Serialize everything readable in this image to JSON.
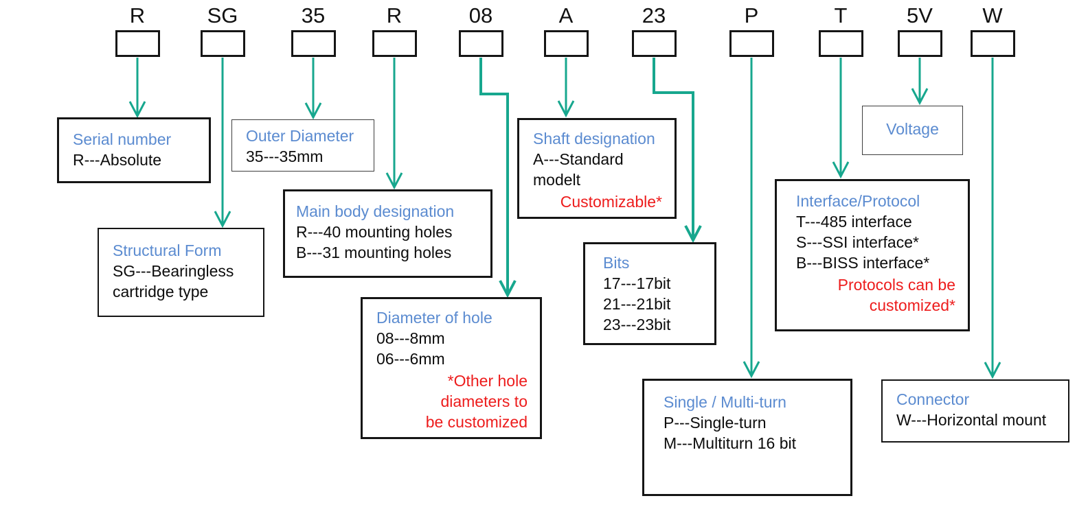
{
  "palette": {
    "accent_blue": "#5b8bd0",
    "note_red": "#ed1c1c",
    "arrow_teal": "#17a78e",
    "box_border": "#151515"
  },
  "codes": [
    {
      "label": "R"
    },
    {
      "label": "SG"
    },
    {
      "label": "35"
    },
    {
      "label": "R"
    },
    {
      "label": "08"
    },
    {
      "label": "A"
    },
    {
      "label": "23"
    },
    {
      "label": "P"
    },
    {
      "label": "T"
    },
    {
      "label": "5V"
    },
    {
      "label": "W"
    }
  ],
  "boxes": {
    "serial": {
      "title": "Serial number",
      "body": "R---Absolute"
    },
    "outer": {
      "title": "Outer Diameter",
      "body": "35---35mm"
    },
    "structural": {
      "title": "Structural Form",
      "body": "SG---Bearingless\ncartridge type"
    },
    "main_body": {
      "title": "Main body designation",
      "body": "R---40 mounting holes\nB---31 mounting holes"
    },
    "hole": {
      "title": "Diameter of hole",
      "body": "08---8mm\n06---6mm",
      "note": "*Other hole\ndiameters to\nbe customized"
    },
    "shaft": {
      "title": "Shaft designation",
      "body": "A---Standard\nmodelt",
      "note": "Customizable*"
    },
    "bits": {
      "title": "Bits",
      "body": "17---17bit\n21---21bit\n23---23bit"
    },
    "single_multi": {
      "title": "Single / Multi-turn",
      "body": "P---Single-turn\nM---Multiturn 16 bit"
    },
    "voltage": {
      "title": "Voltage"
    },
    "interface": {
      "title": "Interface/Protocol",
      "body": "T---485 interface\nS---SSI interface*\nB---BISS interface*",
      "note": "Protocols can be\ncustomized*"
    },
    "connector": {
      "title": "Connector",
      "body": "W---Horizontal mount"
    }
  }
}
